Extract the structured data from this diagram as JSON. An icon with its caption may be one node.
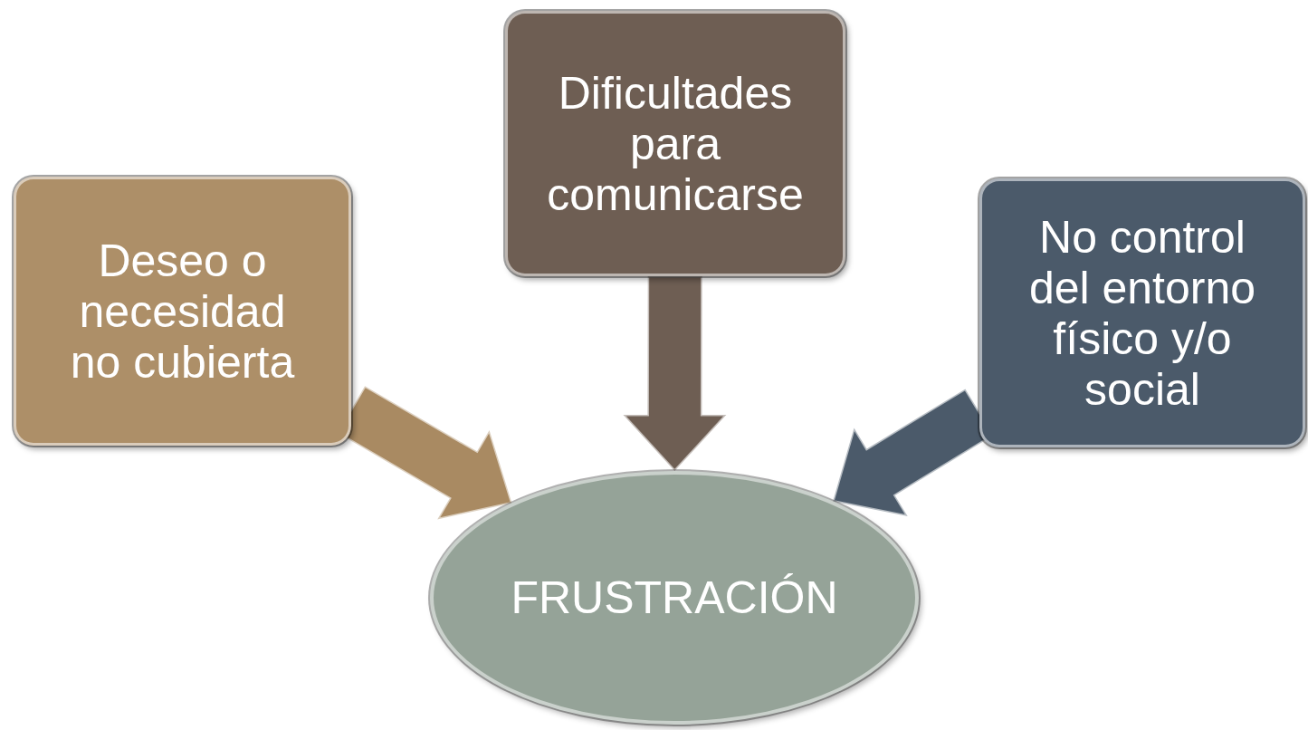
{
  "diagram": {
    "nodes": [
      {
        "text": [
          "Deseo o necesidad no cubierta"
        ]
      },
      {
        "text": [
          "Dificultades para comunicarse"
        ]
      },
      {
        "text": [
          "No control del entorno físico y/o social"
        ]
      },
      {
        "text": [
          "FRUSTRACIÓN"
        ]
      }
    ],
    "edges": [
      {
        "from": 0,
        "to": 3,
        "arrow": "to",
        "style": "thick",
        "color": "#a98a62"
      },
      {
        "from": 1,
        "to": 3,
        "arrow": "to",
        "style": "thick",
        "color": "#6e5e53"
      },
      {
        "from": 2,
        "to": 3,
        "arrow": "to",
        "style": "thick",
        "color": "#4b5a6a"
      }
    ]
  }
}
